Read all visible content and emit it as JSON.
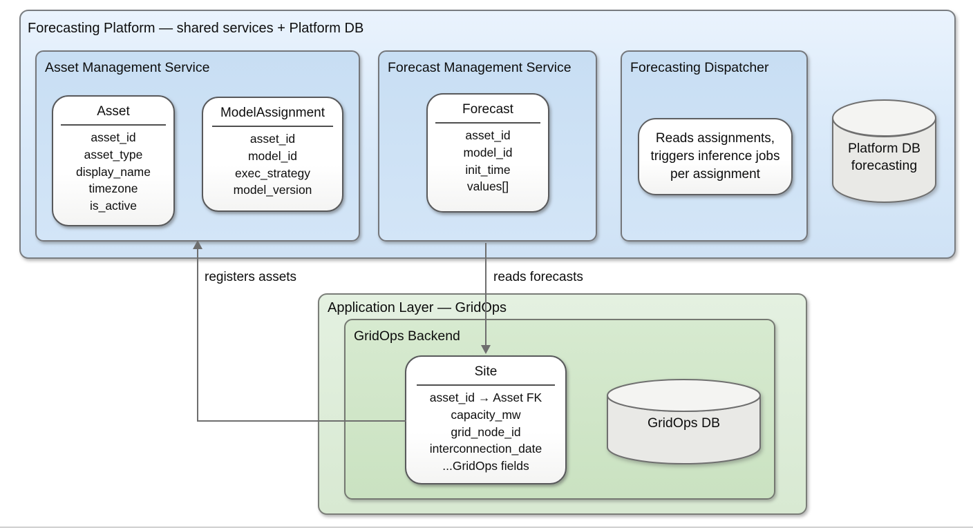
{
  "platform": {
    "title": "Forecasting Platform — shared services + Platform DB",
    "services": [
      {
        "title": "Asset Management Service",
        "entities": [
          {
            "name": "Asset",
            "fields": [
              "asset_id",
              "asset_type",
              "display_name",
              "timezone",
              "is_active"
            ]
          },
          {
            "name": "ModelAssignment",
            "fields": [
              "asset_id",
              "model_id",
              "exec_strategy",
              "model_version"
            ]
          }
        ]
      },
      {
        "title": "Forecast Management Service",
        "entities": [
          {
            "name": "Forecast",
            "fields": [
              "asset_id",
              "model_id",
              "init_time",
              "values[]"
            ]
          }
        ]
      },
      {
        "title": "Forecasting Dispatcher",
        "note": "Reads assignments, triggers inference jobs per assignment"
      }
    ],
    "database": {
      "label": "Platform DB forecasting"
    }
  },
  "application": {
    "title": "Application Layer — GridOps",
    "backend": {
      "title": "GridOps Backend",
      "entity": {
        "name": "Site",
        "fields": [
          "asset_id → Asset FK",
          "capacity_mw",
          "grid_node_id",
          "interconnection_date",
          "...GridOps fields"
        ]
      },
      "database": {
        "label": "GridOps DB"
      }
    }
  },
  "connectors": [
    {
      "label": "registers assets",
      "from": "Site",
      "to": "Asset Management Service"
    },
    {
      "label": "reads forecasts",
      "from": "Forecast Management Service",
      "to": "Site"
    }
  ],
  "colors": {
    "platform_fill": "#dcebfa",
    "service_fill": "#cde1f5",
    "application_fill": "#dfeeda",
    "backend_fill": "#d0e6c8",
    "entity_fill": "#ffffff",
    "cylinder_fill": "#e9e9e6",
    "border_gray": "#74767a",
    "arrow_gray": "#6e6e6e",
    "text": "#0d0d0d"
  }
}
